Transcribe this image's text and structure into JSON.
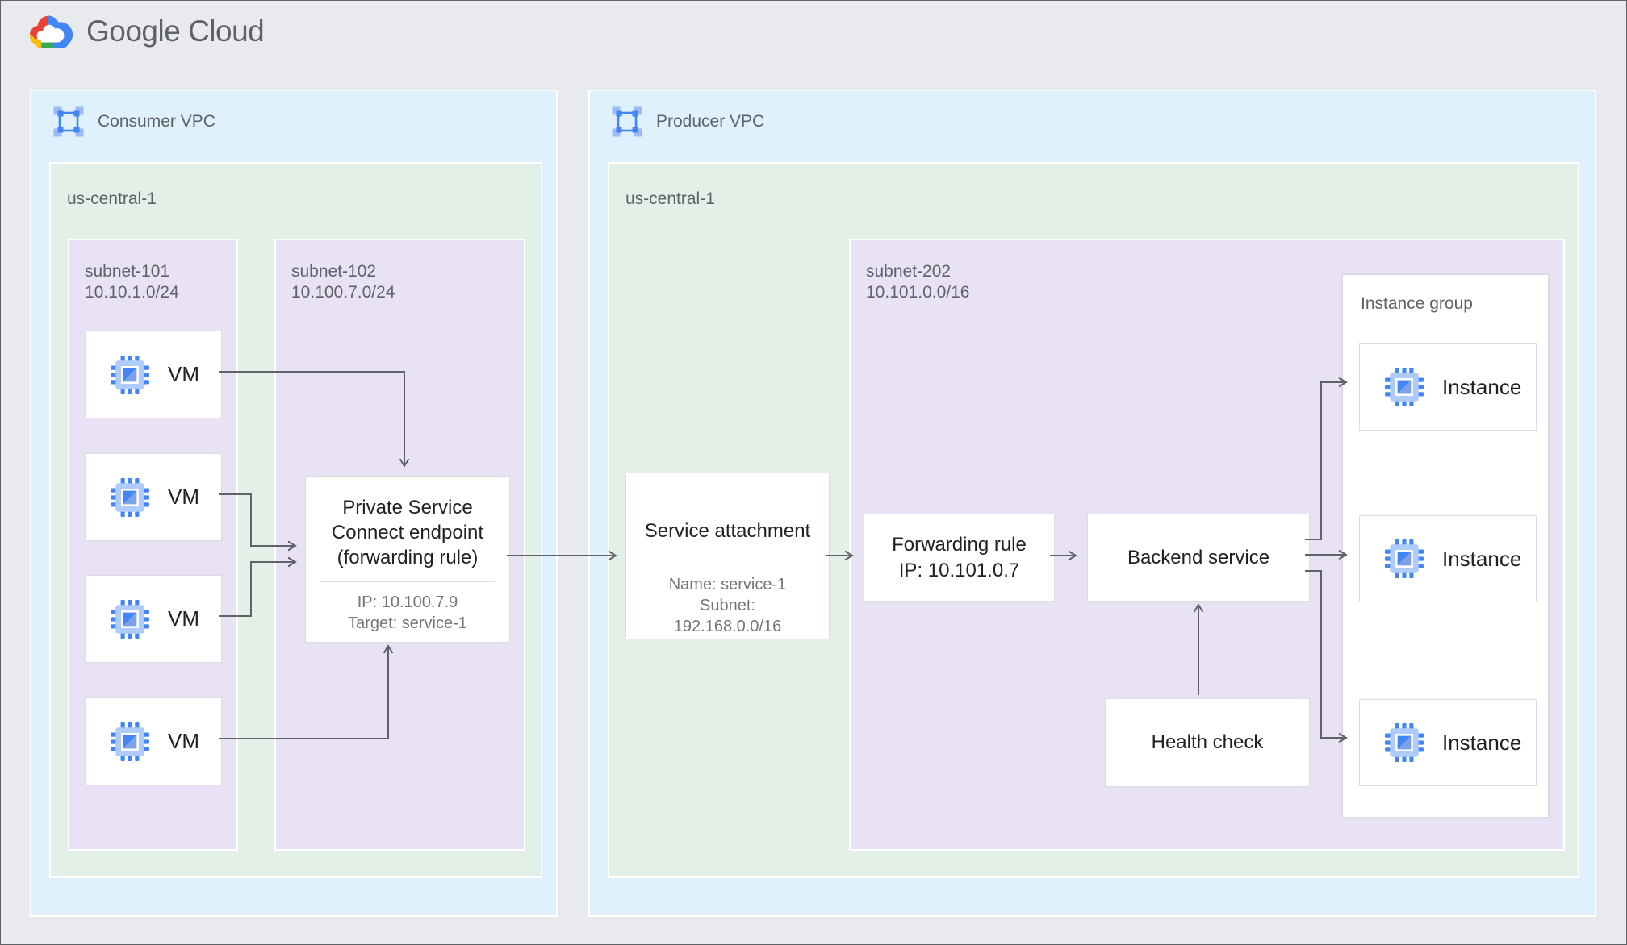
{
  "logo": {
    "wordmark": "Google Cloud"
  },
  "consumer_vpc": {
    "label": "Consumer VPC",
    "region": {
      "label": "us-central-1"
    },
    "subnet1": {
      "name": "subnet-101",
      "cidr": "10.10.1.0/24",
      "vms": [
        {
          "label": "VM"
        },
        {
          "label": "VM"
        },
        {
          "label": "VM"
        },
        {
          "label": "VM"
        }
      ]
    },
    "subnet2": {
      "name": "subnet-102",
      "cidr": "10.100.7.0/24",
      "endpoint": {
        "title": "Private Service Connect endpoint (forwarding rule)",
        "ip": "IP: 10.100.7.9",
        "target": "Target: service-1"
      }
    }
  },
  "producer_vpc": {
    "label": "Producer VPC",
    "region": {
      "label": "us-central-1"
    },
    "service_attachment": {
      "title": "Service attachment",
      "name_line": "Name: service-1",
      "subnet_label": "Subnet:",
      "subnet_value": "192.168.0.0/16"
    },
    "subnet": {
      "name": "subnet-202",
      "cidr": "10.101.0.0/16",
      "forwarding_rule": {
        "line1": "Forwarding rule",
        "line2": "IP: 10.101.0.7"
      },
      "backend_service": {
        "label": "Backend service"
      },
      "health_check": {
        "label": "Health check"
      },
      "instance_group": {
        "label": "Instance group",
        "instances": [
          {
            "label": "Instance"
          },
          {
            "label": "Instance"
          },
          {
            "label": "Instance"
          }
        ]
      }
    }
  },
  "colors": {
    "background": "#e8eaed",
    "vpc_fill": "#def1fc",
    "region_fill": "#e2f0e7",
    "subnet_fill": "#e9e2f4",
    "box_border": "#dadce0",
    "text_dark": "#202124",
    "text_gray": "#5f6368",
    "text_detail": "#757575",
    "arrow": "#5f6368",
    "google_blue": "#4285f4",
    "google_red": "#ea4335",
    "google_yellow": "#fbbc05",
    "google_green": "#34a853",
    "chip_light_blue": "#aecbfa"
  }
}
